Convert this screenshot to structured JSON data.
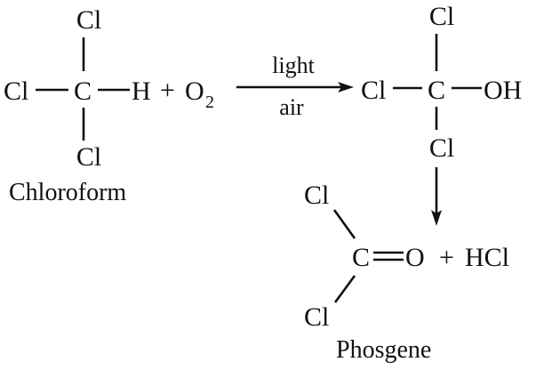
{
  "reactant": {
    "center": "C",
    "top": "Cl",
    "left": "Cl",
    "bottom": "Cl",
    "right": "H",
    "name": "Chloroform"
  },
  "plus_1": "+",
  "oxygen": {
    "symbol": "O",
    "subscript": "2"
  },
  "conditions": {
    "above": "light",
    "below": "air"
  },
  "intermediate": {
    "center": "C",
    "top": "Cl",
    "left": "Cl",
    "bottom": "Cl",
    "right": "OH"
  },
  "product": {
    "center": "C",
    "top": "Cl",
    "bottom": "Cl",
    "double_bond": "=",
    "oxygen": "O",
    "name": "Phosgene"
  },
  "plus_2": "+",
  "byproduct": "HCl",
  "colors": {
    "ink": "#111111",
    "background": "#ffffff"
  }
}
